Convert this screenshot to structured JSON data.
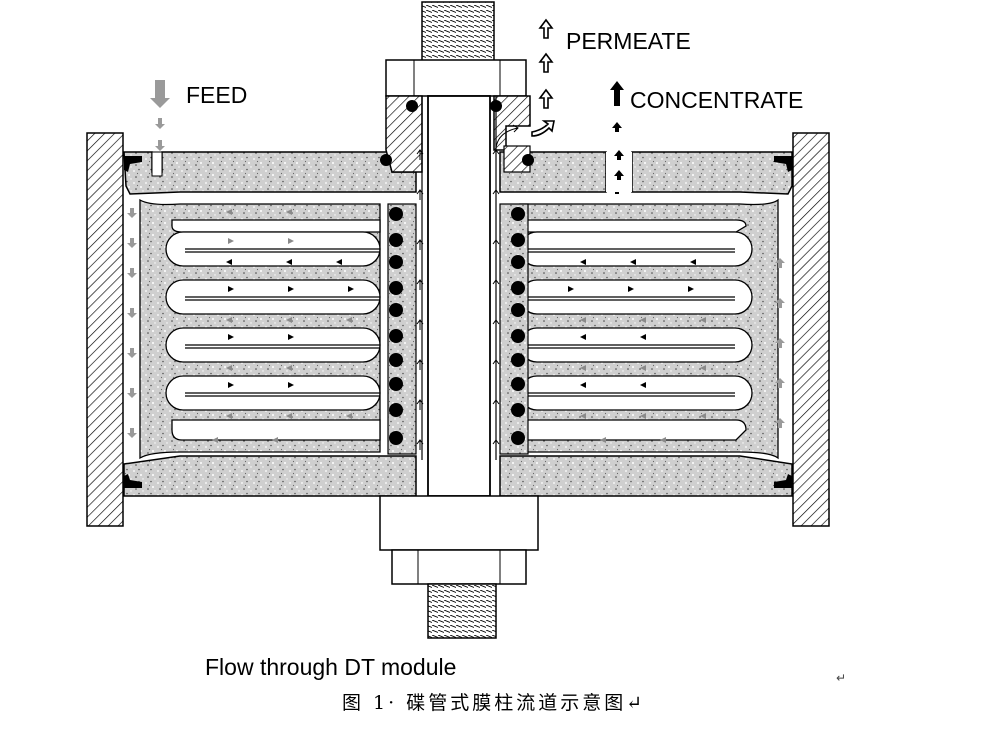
{
  "labels": {
    "feed": "FEED",
    "permeate": "PERMEATE",
    "concentrate": "CONCENTRATE"
  },
  "caption": {
    "english": "Flow through DT module",
    "chinese": "图 1· 碟管式膜柱流道示意图↵",
    "mark": "↵"
  },
  "colors": {
    "line": "#000000",
    "feed_arrow": "#9a9a9a",
    "concentrate_arrow": "#000000",
    "speckle_fill": "#d6d6d6"
  },
  "icons": [
    "feed-arrow-icon",
    "permeate-arrow-icon",
    "concentrate-arrow-icon",
    "flow-arrow-icon",
    "o-ring-icon"
  ]
}
